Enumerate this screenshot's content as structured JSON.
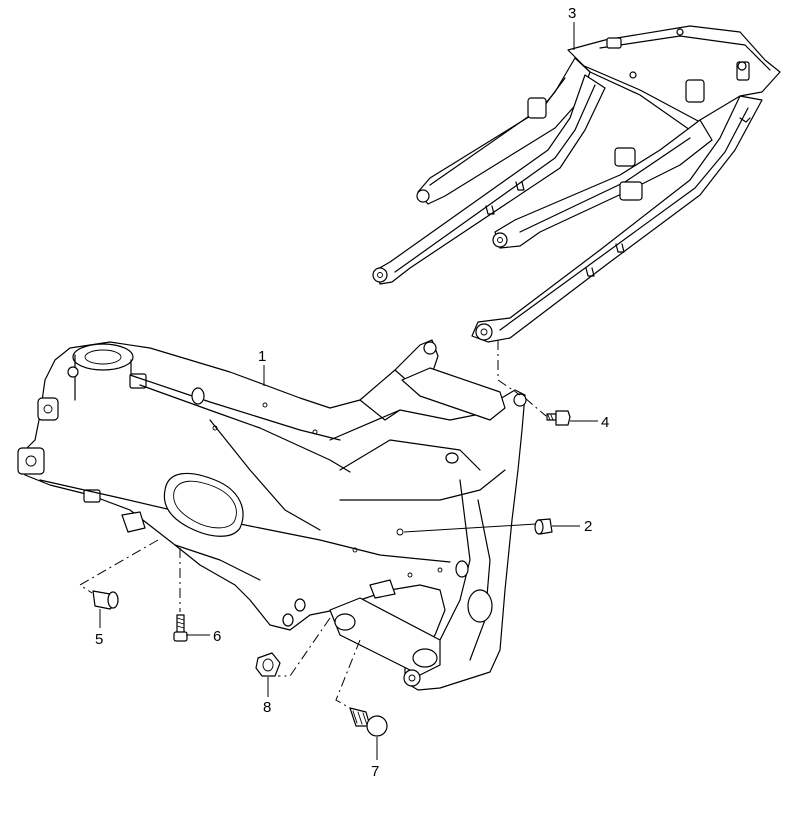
{
  "callouts": [
    {
      "id": "1",
      "part": "main-frame"
    },
    {
      "id": "2",
      "part": "cap"
    },
    {
      "id": "3",
      "part": "seat-rail-frame"
    },
    {
      "id": "4",
      "part": "bolt"
    },
    {
      "id": "5",
      "part": "bushing"
    },
    {
      "id": "6",
      "part": "bolt"
    },
    {
      "id": "7",
      "part": "bolt"
    },
    {
      "id": "8",
      "part": "nut"
    }
  ]
}
